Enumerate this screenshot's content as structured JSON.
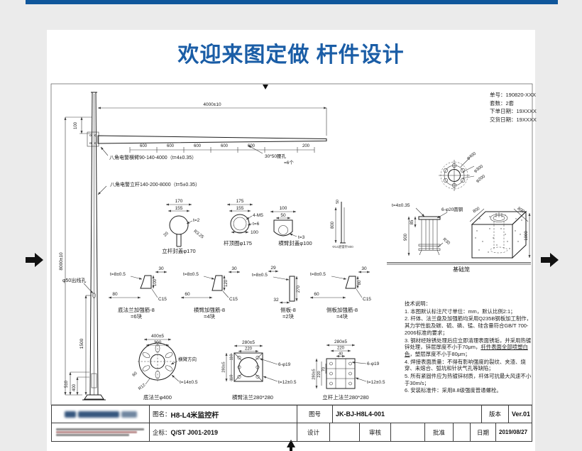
{
  "accent": {
    "topbar_blue": "#0f569b",
    "title_blue": "#1a5da6"
  },
  "page": {
    "title": "欢迎来图定做 杆件设计"
  },
  "order": {
    "lines": [
      "单号：190820-XXX",
      "套数：2套",
      "下单日期：19XXXX",
      "交货日期：19XXXX"
    ]
  },
  "elev": {
    "h100": "100",
    "arm_total": "4000±10",
    "seg": [
      "600",
      "600",
      "600",
      "600",
      "600",
      "200"
    ],
    "arm_label": "八角电警横臂90-140-4000（t=4±0.35）",
    "holes": "30*50腰孔",
    "holes_qty": "=6个",
    "pole_label": "八角电警立杆140-200-8000（t=5±0.35）",
    "h8000": "8000±10",
    "outlet": "φ50出线孔",
    "h1500": "1500",
    "h510": "510",
    "h400": "400"
  },
  "bolt_circle": {
    "d1": "φ400",
    "d2": "φ300",
    "d3": "φ200"
  },
  "cap170": {
    "w1": "170",
    "w2": "155",
    "t": "t=2",
    "r": "R3.25",
    "n20": "20",
    "label": "立杆封盖φ170"
  },
  "ring175": {
    "w1": "175",
    "w2": "155",
    "m": "4-M5",
    "t": "t=6",
    "n100": "100",
    "label": "杆顶圈φ175"
  },
  "cap100": {
    "w1": "100",
    "w2": "50",
    "t": "t=3",
    "label": "横臂封盖φ100"
  },
  "rod": {
    "n50": "50",
    "n800": "800",
    "label": "Φ14避雷针800"
  },
  "cage": {
    "t": "t=4±0.35",
    "bars": "6-φ20圆钢",
    "n900": "900",
    "n85": "85",
    "r": "R30",
    "w1": "800",
    "w2": "800",
    "h": "1000",
    "label": "基础笼"
  },
  "ribs": [
    {
      "t": "t=8±0.5",
      "w": "30",
      "h": "100",
      "b": "80",
      "c": "C15",
      "name": "底法兰加强筋-8",
      "qty": "=6块"
    },
    {
      "t": "t=8±0.5",
      "w": "30",
      "h": "120",
      "b": "60",
      "c": "C15",
      "name": "横臂加强筋-8",
      "qty": "=4块"
    },
    {
      "t": "t=8±0.5",
      "w": "29",
      "h": "270",
      "b": "32",
      "c": "",
      "name": "侧板-8",
      "qty": "=2块"
    },
    {
      "t": "t=8±0.5",
      "w": "30",
      "h": "80",
      "b": "60",
      "c": "C15",
      "name": "侧板加强筋-8",
      "qty": "=4块"
    }
  ],
  "f400": {
    "w1": "400±5",
    "w2": "300",
    "dir": "横臂方向",
    "n60": "60",
    "r": "R12",
    "t": "t=14±0.5",
    "label": "底法兰φ400"
  },
  "f280a": {
    "w1": "280±5",
    "w2": "220",
    "l1": "110",
    "l2": "280±5",
    "l3": "110",
    "holes": "6-φ19",
    "t": "t=12±0.5",
    "label": "横臂法兰280*280"
  },
  "f280b": {
    "w1": "280±5",
    "w2": "220",
    "w3": "40",
    "l1": "280±5",
    "l2": "220",
    "l3": "70",
    "holes": "6-φ19",
    "t": "t=12±0.5",
    "label": "立杆上法兰280*280"
  },
  "notes": {
    "title": "技术说明：",
    "n1": "1. 本图默认标注尺寸单位：mm，默认比例2:1；",
    "n2": "2. 杆体、法兰盘及加强筋均采用Q235B钢板加工制作，其力学性能及碳、硫、磷、锰、硅含量符合GB/T 700-2006标准的要求；",
    "n3a": "3. 钢材经除锈处理后应立即清理表面锈垢，并采用热镀锌处理，锌层厚度不小于70μm，",
    "n3b": "杆件表面全部喷塑白色",
    "n3c": "，塑层厚度不小于80μm；",
    "n4": "4. 焊接表面质量：不得有影响强度的裂纹、夹渣、烧穿、未熔合、弧坑和针状气孔等缺陷；",
    "n5": "5. 所有紧固件应为热镀锌材质，杆体可抗最大风速不小于30m/s；",
    "n6": "6. 安装标准件：采用8.8级强度普通螺栓。"
  },
  "tb": {
    "name_label": "图名：",
    "name": "H8-L4米监控杆",
    "no_label": "图号",
    "no": "JK-BJ-H8L4-001",
    "ver_label": "版本",
    "ver": "Ver.01",
    "std_label": "企标：",
    "std": "Q/ST J001-2019",
    "design": "设计",
    "check": "审核",
    "approve": "批准",
    "date_label": "日期",
    "date": "2019/08/27"
  }
}
